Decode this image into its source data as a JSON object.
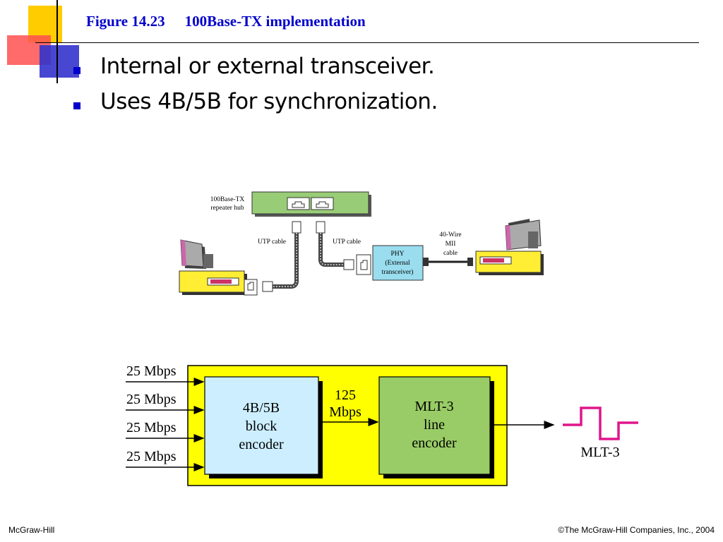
{
  "slide": {
    "figure_number": "Figure 14.23",
    "figure_title": "100Base-TX implementation",
    "bullets": [
      "Internal or external transceiver.",
      "Uses 4B/5B for synchronization."
    ]
  },
  "network_diagram": {
    "hub_label_line1": "100Base-TX",
    "hub_label_line2": "repeater hub",
    "utp_cable_left": "UTP cable",
    "utp_cable_right": "UTP cable",
    "phy_line1": "PHY",
    "phy_line2": "(External",
    "phy_line3": "transceiver)",
    "mii_line1": "40-Wire",
    "mii_line2": "MII",
    "mii_line3": "cable"
  },
  "encoder_diagram": {
    "inputs": [
      "25 Mbps",
      "25 Mbps",
      "25 Mbps",
      "25 Mbps"
    ],
    "block_encoder": [
      "4B/5B",
      "block",
      "encoder"
    ],
    "rate_line1": "125",
    "rate_line2": "Mbps",
    "line_encoder": [
      "MLT-3",
      "line",
      "encoder"
    ],
    "output_label": "MLT-3"
  },
  "colors": {
    "title_blue": "#0000cc",
    "hub_green": "#99cc77",
    "phy_blue": "#99ddee",
    "yellow_panel": "#ffff00",
    "block_blue": "#cceeff",
    "block_green": "#99cc66",
    "signal_magenta": "#e0158c"
  },
  "footer": {
    "left": "McGraw-Hill",
    "right": "©The McGraw-Hill Companies, Inc., 2004"
  }
}
